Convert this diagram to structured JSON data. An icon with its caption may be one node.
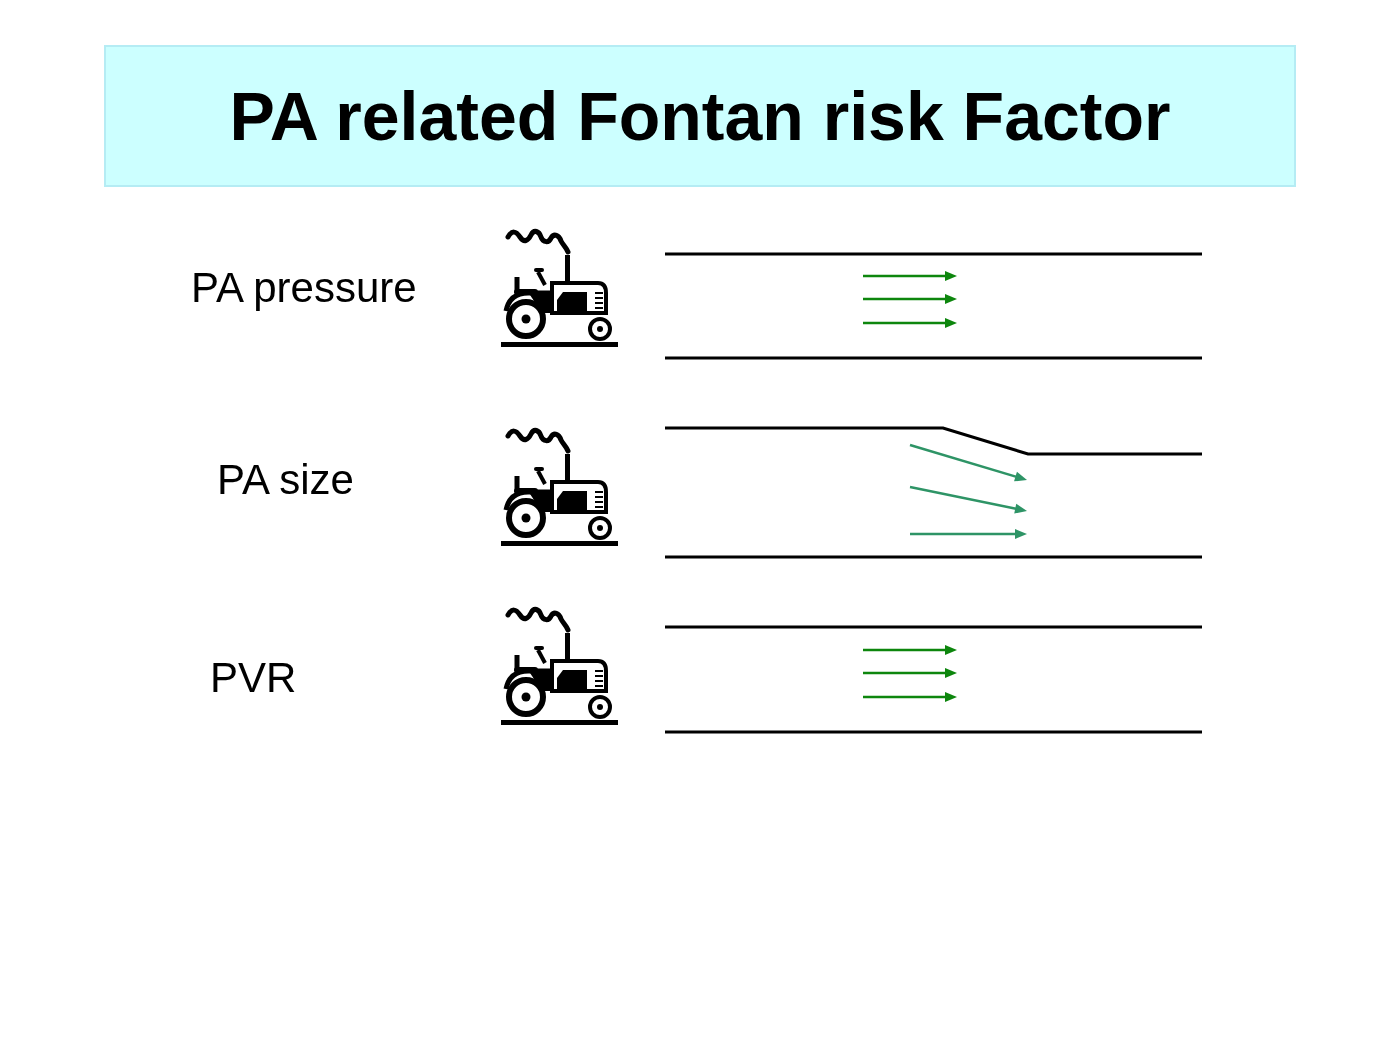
{
  "diagram": {
    "title": "PA related Fontan risk Factor",
    "labels": [
      "PA pressure",
      "PA size",
      "PVR"
    ]
  }
}
